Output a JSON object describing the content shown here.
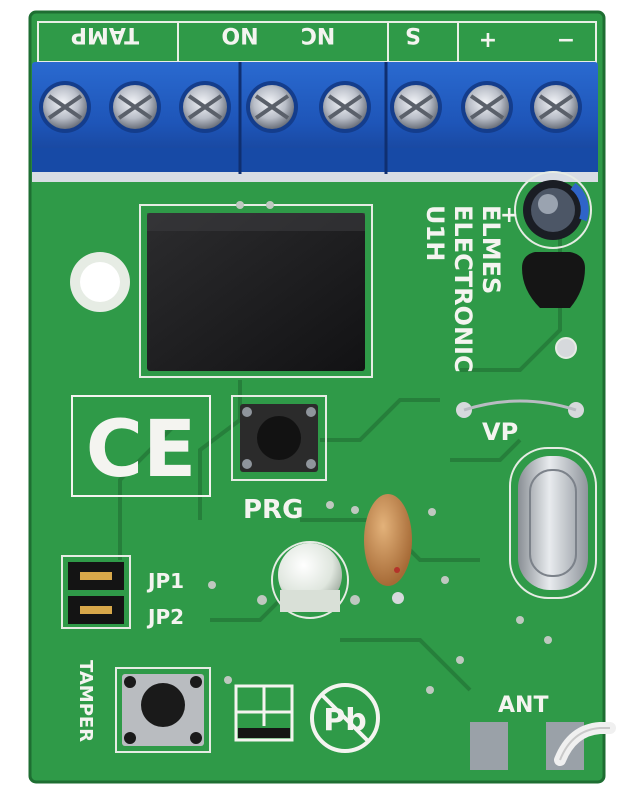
{
  "terminal_labels": {
    "tamp": "TAMP",
    "no": "NO",
    "nc": "NC",
    "s": "S",
    "plus": "+",
    "minus": "−"
  },
  "silkscreen": {
    "brand_line1": "ELMES",
    "brand_line2": "ELECTRONIC",
    "model": "U1H",
    "prg": "PRG",
    "vp": "VP",
    "jp1": "JP1",
    "jp2": "JP2",
    "tamper": "TAMPER",
    "ant": "ANT",
    "ce_mark": "CE",
    "pb_free": "Pb",
    "cap_plus": "+"
  },
  "colors": {
    "pcb": "#2f9a48",
    "terminal_block": "#1e55b8",
    "silkscreen": "#f4f4f0"
  }
}
